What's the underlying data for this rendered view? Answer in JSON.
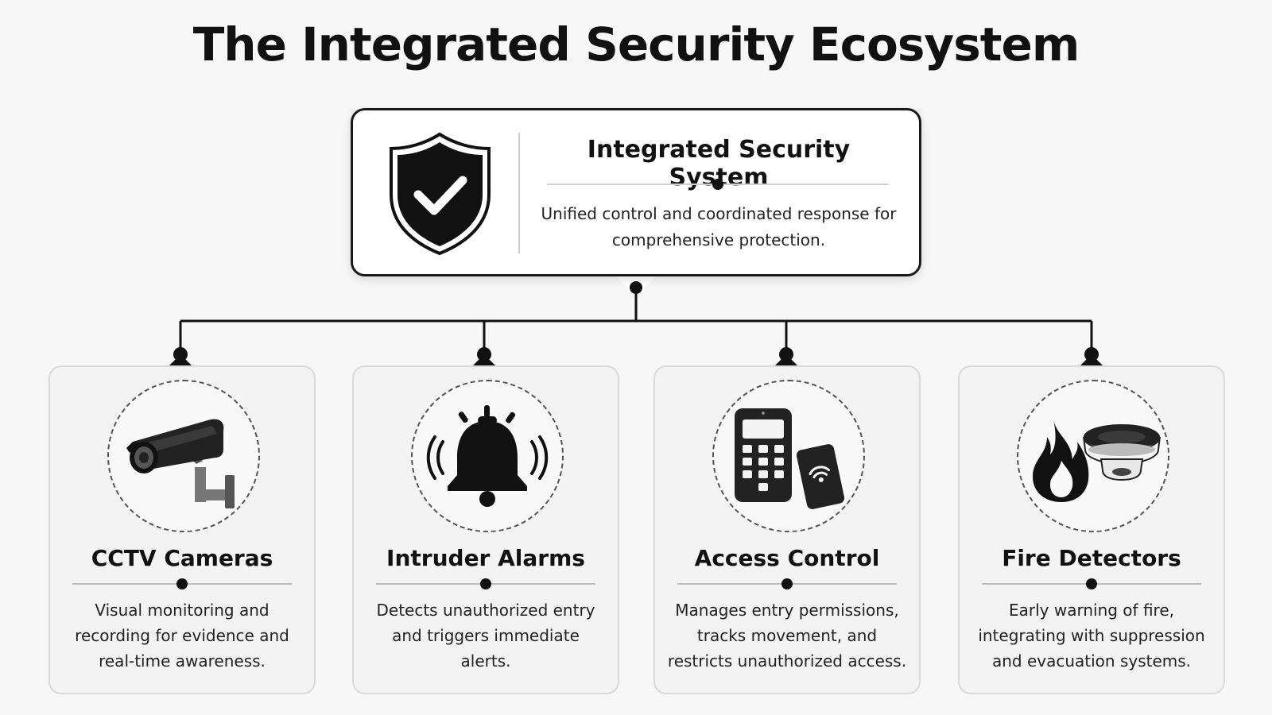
{
  "title": "The Integrated Security Ecosystem",
  "central": {
    "title": "Integrated Security System",
    "description": "Unified control and coordinated response for comprehensive protection.",
    "icon": "shield-check-icon"
  },
  "components": [
    {
      "title": "CCTV Cameras",
      "description": "Visual monitoring and recording for evidence and real-time awareness.",
      "icon": "cctv-camera-icon"
    },
    {
      "title": "Intruder Alarms",
      "description": "Detects unauthorized entry and triggers immediate alerts.",
      "icon": "alarm-bell-icon"
    },
    {
      "title": "Access Control",
      "description": "Manages entry permissions, tracks movement, and restricts unauthorized access.",
      "icon": "keypad-card-icon"
    },
    {
      "title": "Fire Detectors",
      "description": "Early warning of fire, integrating with suppression and evacuation systems.",
      "icon": "fire-detector-icon"
    }
  ],
  "colors": {
    "ink": "#111111",
    "background": "#f7f7f7",
    "card": "#f3f3f3"
  }
}
